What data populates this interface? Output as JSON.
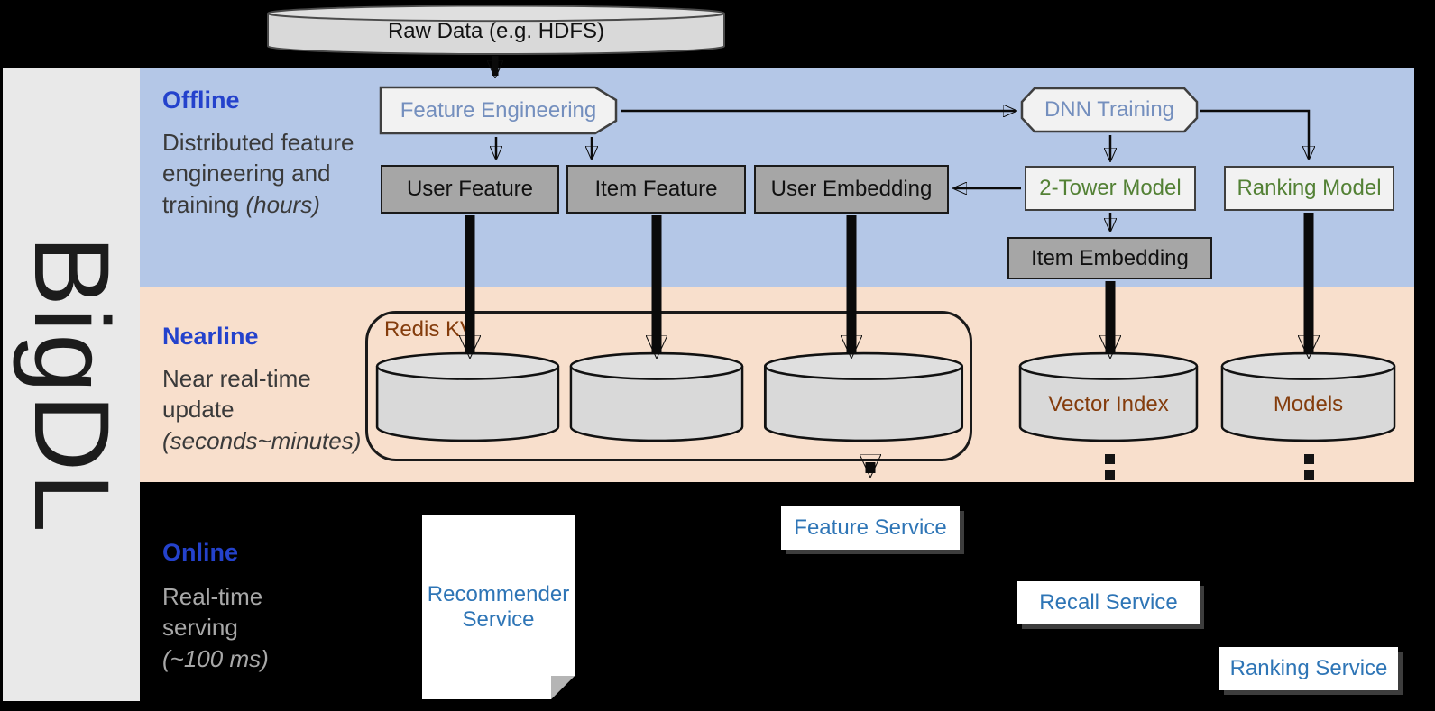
{
  "sidebar": {
    "label": "BigDL"
  },
  "raw_data": {
    "label": "Raw Data (e.g. HDFS)"
  },
  "offline": {
    "title": "Offline",
    "desc": "Distributed feature engineering and training ",
    "desc_italic": "(hours)",
    "feature_engineering": "Feature Engineering",
    "dnn_training": "DNN Training",
    "user_feature": "User Feature",
    "item_feature": "Item Feature",
    "user_embedding": "User Embedding",
    "two_tower_model": "2-Tower Model",
    "ranking_model": "Ranking Model",
    "item_embedding": "Item Embedding"
  },
  "nearline": {
    "title": "Nearline",
    "desc": "Near real-time update ",
    "desc_italic": "(seconds~minutes)",
    "redis_kv": "Redis KV",
    "vector_index": "Vector Index",
    "models": "Models"
  },
  "online": {
    "title": "Online",
    "desc": "Real-time serving ",
    "desc_italic": "(~100 ms)",
    "feature_service": "Feature Service",
    "recommender_service": "Recommender Service",
    "recall_service": "Recall Service",
    "ranking_service": "Ranking Service"
  },
  "colors": {
    "offline_band": "#B4C7E7",
    "nearline_band": "#F8DFCC",
    "band_title_blue": "#2442CC",
    "process_text_blue": "#748FBE",
    "service_text_blue": "#2E75B6",
    "model_text_green": "#538135",
    "storage_text_brown": "#843C0C",
    "dark_box_fill": "#A6A6A6",
    "light_box_fill": "#F2F2F2",
    "cylinder_fill": "#D9D9D9"
  }
}
